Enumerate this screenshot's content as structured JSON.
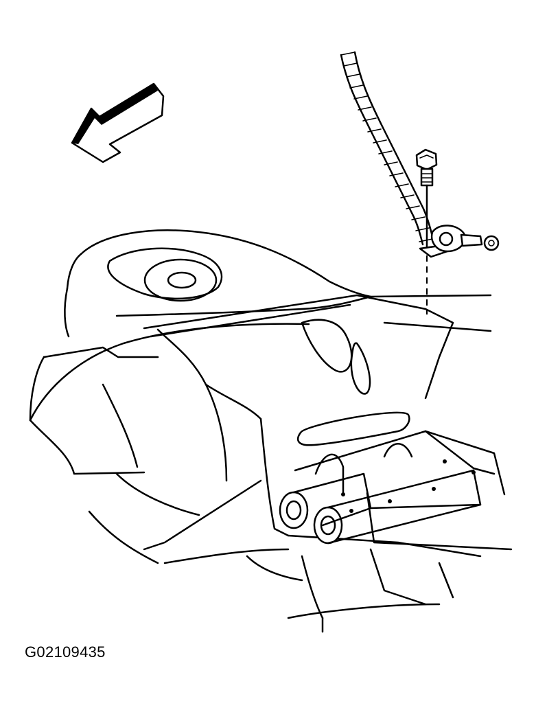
{
  "figure": {
    "code": "G02109435"
  },
  "parts": [
    {
      "name": "direction-arrow"
    },
    {
      "name": "wiring-harness"
    },
    {
      "name": "bolt"
    },
    {
      "name": "sensor"
    },
    {
      "name": "fuel-tank"
    },
    {
      "name": "frame-crossmember"
    }
  ],
  "colors": {
    "ink": "#000000",
    "background": "#ffffff"
  }
}
